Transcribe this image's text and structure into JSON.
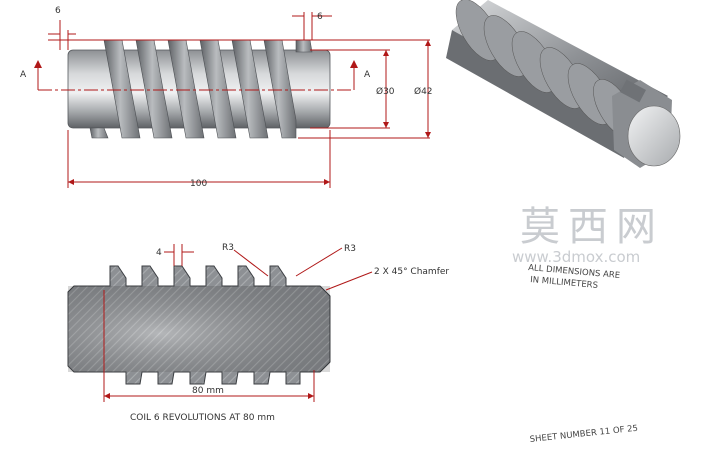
{
  "front_view": {
    "dim_lead_left": "6",
    "dim_lead_right": "6",
    "dim_root_dia": "Ø30",
    "dim_outer_dia": "Ø42",
    "dim_length": "100",
    "section_mark": "A"
  },
  "section_view": {
    "dim_tooth_width": "4",
    "radius_left": "R3",
    "radius_right": "R3",
    "chamfer": "2 X 45° Chamfer",
    "dim_coil_length": "80 mm",
    "coil_note": "COIL 6 REVOLUTIONS AT 80 mm"
  },
  "notes": {
    "units_line1": "ALL DIMENSIONS ARE",
    "units_line2": "IN MILLIMETERS",
    "sheet": "SHEET NUMBER 11 OF 25"
  },
  "watermark": {
    "chinese": "莫西网",
    "url": "www.3dmox.com"
  },
  "colors": {
    "dimension": "#b01818",
    "metal_dark": "#6f7276",
    "metal_light": "#c9cbcd"
  }
}
